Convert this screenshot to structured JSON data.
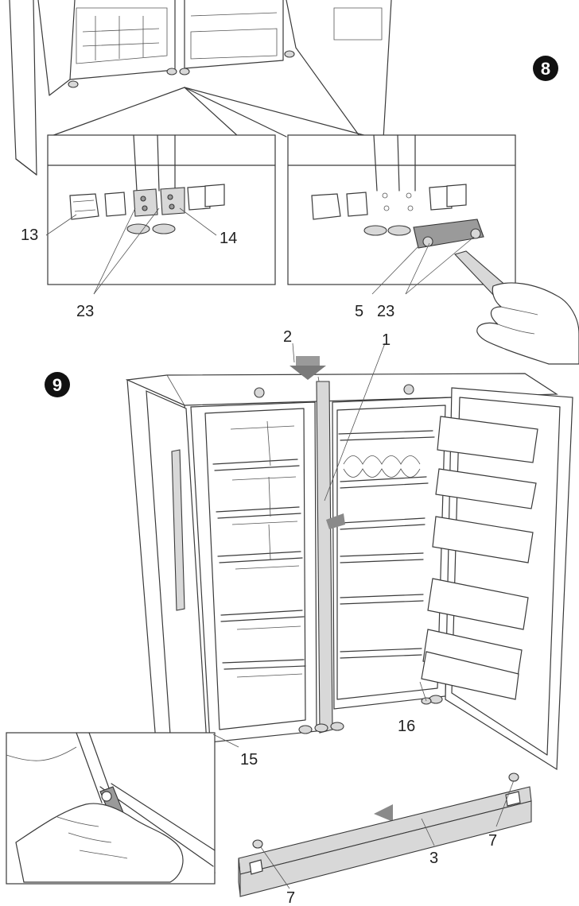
{
  "steps": [
    {
      "number": "8",
      "callouts": [
        "13",
        "14",
        "23",
        "5",
        "23"
      ]
    },
    {
      "number": "9",
      "callouts": [
        "2",
        "1",
        "15",
        "16",
        "7",
        "3",
        "7"
      ]
    }
  ],
  "colors": {
    "line": "#3a3a3a",
    "fill_light": "#d8d8d8",
    "fill_mid": "#9a9a9a",
    "badge": "#111111"
  }
}
